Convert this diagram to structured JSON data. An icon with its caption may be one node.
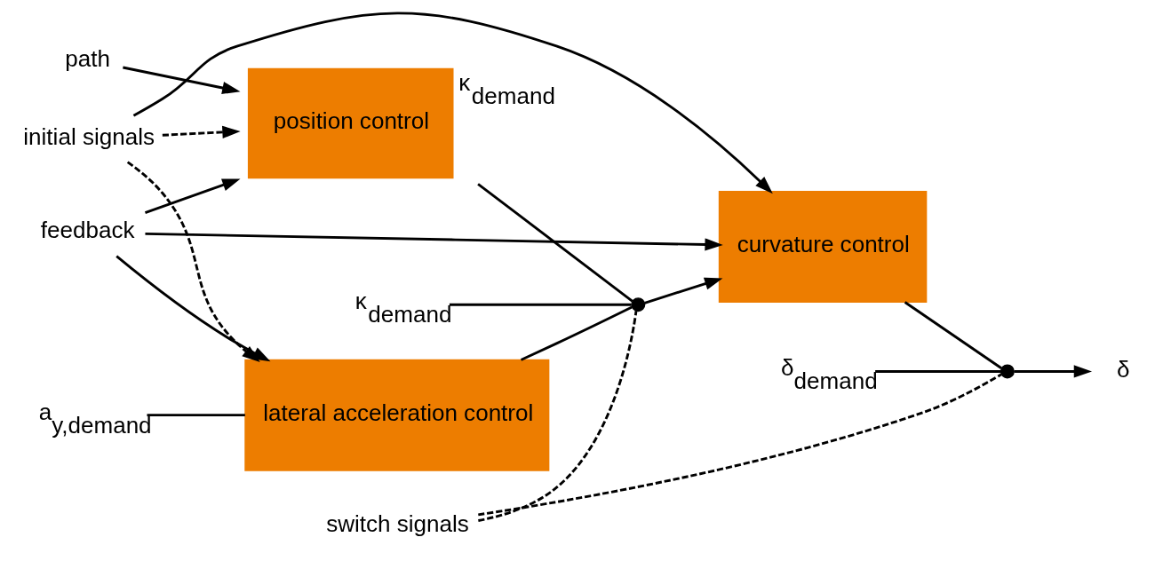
{
  "diagram": {
    "nodes": [
      {
        "text": [
          "position control"
        ],
        "beside": [
          "κ$_{demand}$"
        ]
      },
      {
        "text": [
          "lateral acceleration control"
        ]
      },
      {
        "text": [
          "curvature control"
        ]
      },
      {
        "text": [
          "path"
        ]
      },
      {
        "text": [
          "κ$_{demand}$"
        ]
      },
      {
        "text": [
          "a$_{y,demand}$"
        ]
      },
      {
        "text": [
          "δ$_{demand}$"
        ]
      },
      {
        "text": [
          "initial signals"
        ]
      },
      {
        "text": [
          "feedback"
        ]
      },
      {
        "text": [
          "switch signals"
        ]
      },
      {
        "text": [
          "δ"
        ]
      },
      {
        "text": [],
        "shape": "switch"
      },
      {
        "text": [],
        "shape": "switch"
      }
    ],
    "edges": [
      {
        "from": 3,
        "to": 0,
        "arrow": "to"
      },
      {
        "from": 7,
        "to": 0,
        "arrow": "to",
        "style": "dashed"
      },
      {
        "from": 7,
        "to": 1,
        "arrow": "to",
        "style": "dashed"
      },
      {
        "from": 5,
        "to": 1,
        "arrow": "none"
      },
      {
        "from": 8,
        "to": 0,
        "arrow": "to"
      },
      {
        "from": 8,
        "to": 1,
        "arrow": "to"
      },
      {
        "from": 8,
        "to": 2,
        "arrow": "to"
      },
      {
        "from": 0,
        "to": 11,
        "arrow": "none"
      },
      {
        "from": 4,
        "to": 11,
        "arrow": "none"
      },
      {
        "from": 1,
        "to": 11,
        "arrow": "none"
      },
      {
        "from": 11,
        "to": 2,
        "arrow": "to"
      },
      {
        "from": 7,
        "to": 2,
        "arrow": "to"
      },
      {
        "from": 2,
        "to": 12,
        "arrow": "none"
      },
      {
        "from": 6,
        "to": 12,
        "arrow": "none"
      },
      {
        "from": 12,
        "to": 10,
        "arrow": "to"
      },
      {
        "from": 9,
        "to": 11,
        "arrow": "none",
        "style": "dashed"
      },
      {
        "from": 9,
        "to": 12,
        "arrow": "none",
        "style": "dashed"
      }
    ]
  }
}
